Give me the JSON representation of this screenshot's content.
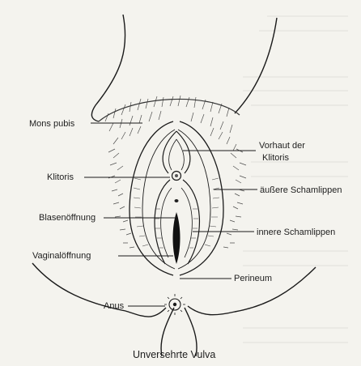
{
  "caption": "Unversehrte Vulva",
  "labels": {
    "mons_pubis": "Mons pubis",
    "vorhaut_line1": "Vorhaut der",
    "vorhaut_line2": "Klitoris",
    "klitoris": "Klitoris",
    "aeussere_schamlippen": "äußere Schamlippen",
    "blasenoeffnung": "Blasenöffnung",
    "innere_schamlippen": "innere Schamlippen",
    "vaginaloeffnung": "Vaginalöffnung",
    "perineum": "Perineum",
    "anus": "Anus"
  }
}
